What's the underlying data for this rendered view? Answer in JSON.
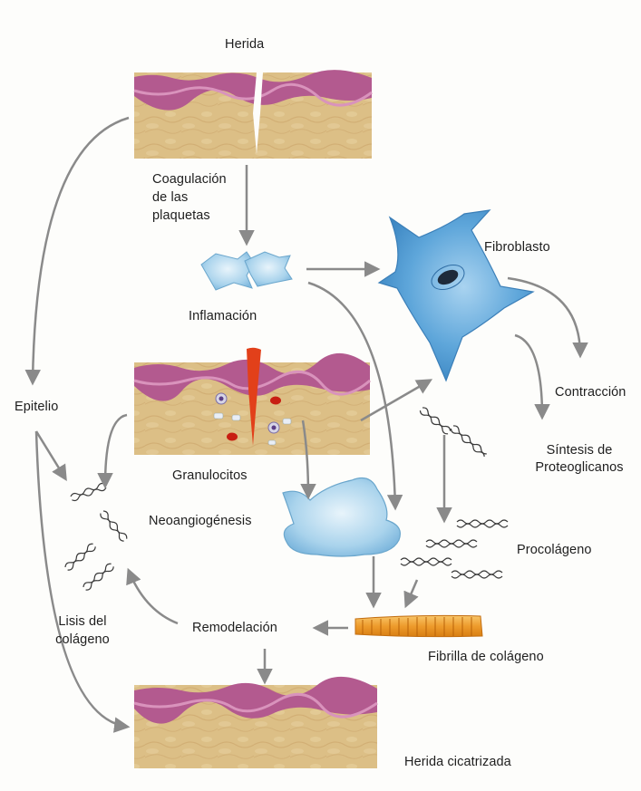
{
  "diagram": {
    "labels": {
      "herida": "Herida",
      "coagulacion": [
        "Coagulación",
        "de las",
        "plaquetas"
      ],
      "inflamacion": "Inflamación",
      "fibroblasto": "Fibroblasto",
      "contraccion": "Contracción",
      "sintesis": [
        "Síntesis de",
        "Proteoglicanos"
      ],
      "epitelio": "Epitelio",
      "granulocitos": "Granulocitos",
      "neoangiogenesis": "Neoangiogénesis",
      "procolageno": "Procolágeno",
      "lisis": [
        "Lisis del",
        "colágeno"
      ],
      "remodelacion": "Remodelación",
      "fibrilla": "Fibrilla de colágeno",
      "cicatrizada": "Herida cicatrizada"
    },
    "colors": {
      "skin_tan": "#dcbf86",
      "skin_dark": "#c9a86a",
      "epidermis": "#b35a8f",
      "epidermis_light": "#d993bc",
      "wound_red": "#e2401a",
      "cell_blue": "#8fc4e4",
      "cell_light": "#cfe6f4",
      "fibroblast_blue": "#62a6d8",
      "fibril_orange": "#f1a23a",
      "arrow_gray": "#8a8a8a",
      "text": "#1e1e1e"
    }
  }
}
